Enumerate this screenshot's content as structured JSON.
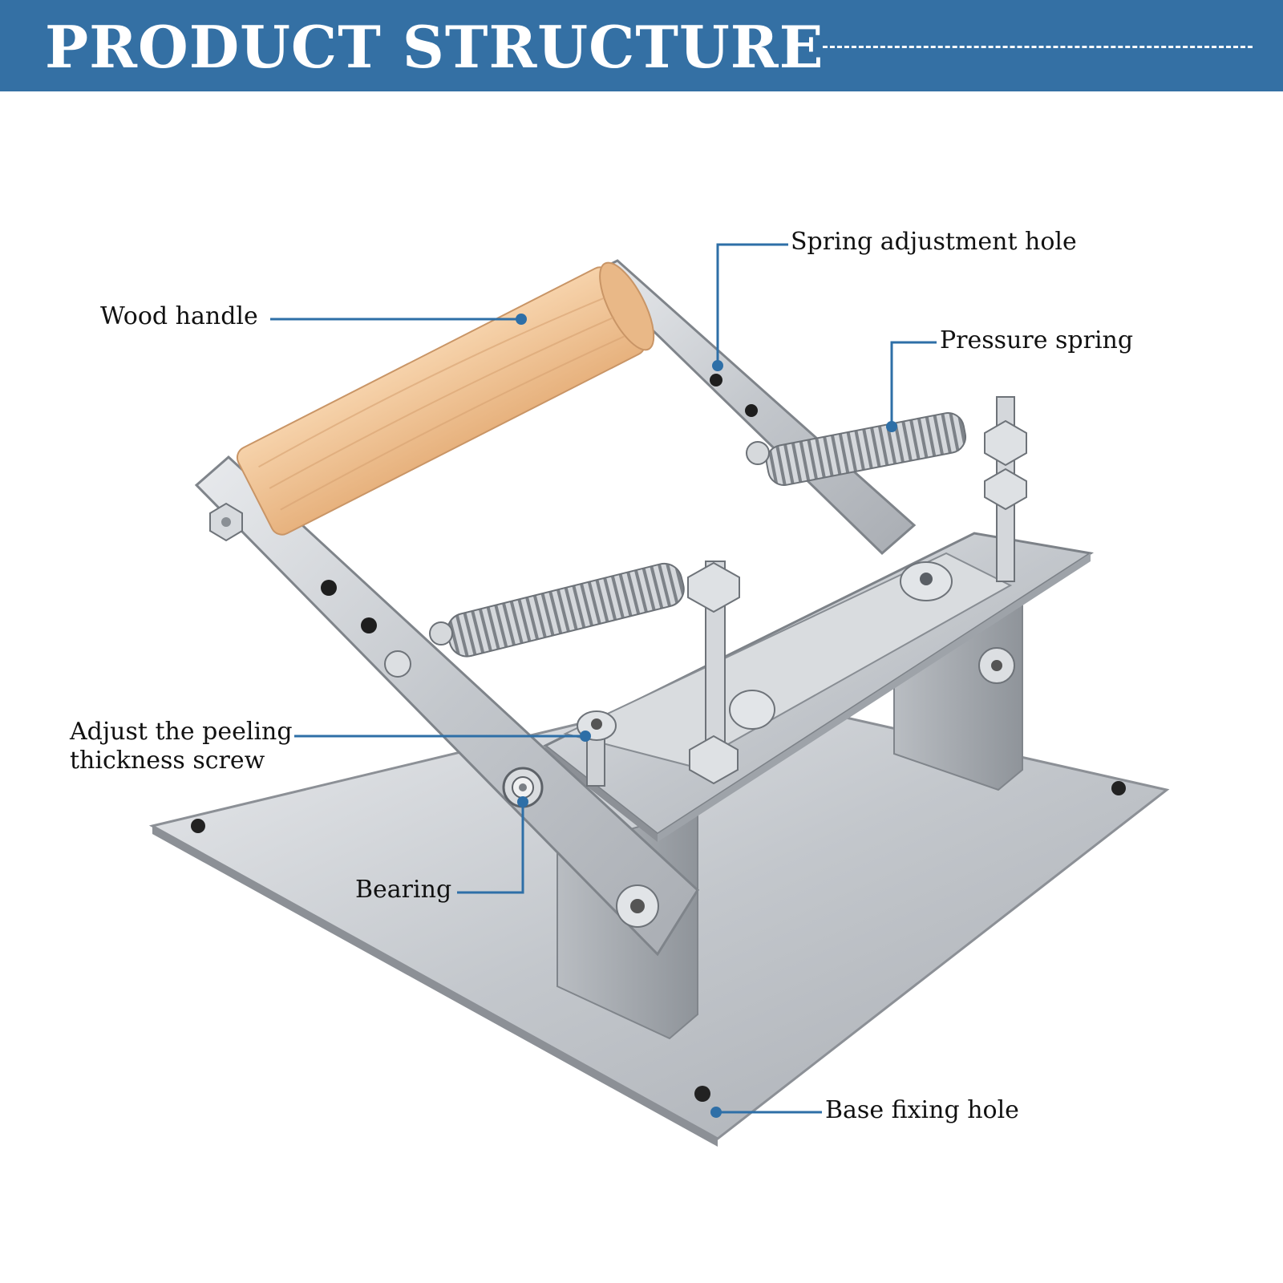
{
  "banner": {
    "title": "PRODUCT STRUCTURE"
  },
  "colors": {
    "banner": "#3470a4",
    "callout": "#2e6fa7",
    "steel": "#c9ccd1",
    "wood": "#f0c496"
  },
  "callouts": {
    "spring_adjustment_hole": "Spring adjustment hole",
    "wood_handle": "Wood handle",
    "pressure_spring": "Pressure spring",
    "peeling_screw_line1": "Adjust the peeling",
    "peeling_screw_line2": "thickness screw",
    "bearing": "Bearing",
    "base_fixing_hole": "Base fixing hole"
  }
}
